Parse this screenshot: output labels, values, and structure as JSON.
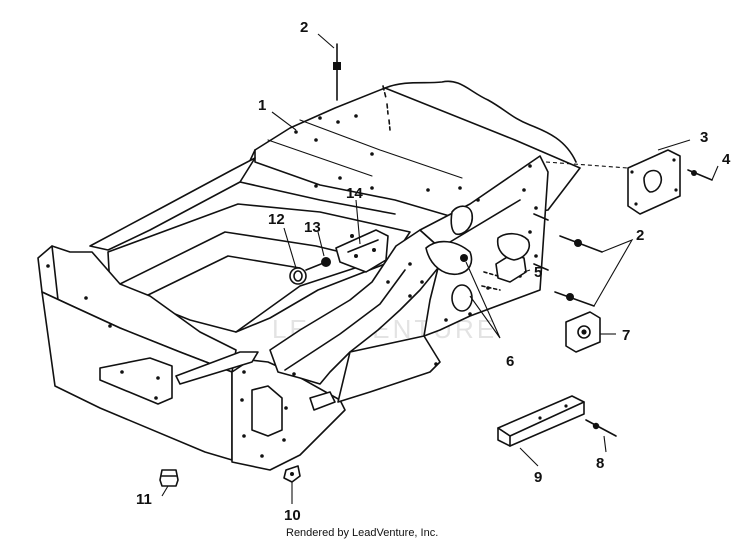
{
  "callouts": [
    {
      "id": "1",
      "label": "1"
    },
    {
      "id": "2a",
      "label": "2"
    },
    {
      "id": "2b",
      "label": "2"
    },
    {
      "id": "3",
      "label": "3"
    },
    {
      "id": "4",
      "label": "4"
    },
    {
      "id": "5",
      "label": "5"
    },
    {
      "id": "6",
      "label": "6"
    },
    {
      "id": "7",
      "label": "7"
    },
    {
      "id": "8",
      "label": "8"
    },
    {
      "id": "9",
      "label": "9"
    },
    {
      "id": "10",
      "label": "10"
    },
    {
      "id": "11",
      "label": "11"
    },
    {
      "id": "12",
      "label": "12"
    },
    {
      "id": "13",
      "label": "13"
    },
    {
      "id": "14",
      "label": "14"
    }
  ],
  "watermark": "LEADVENTURE",
  "footer": "Rendered by LeadVenture, Inc."
}
